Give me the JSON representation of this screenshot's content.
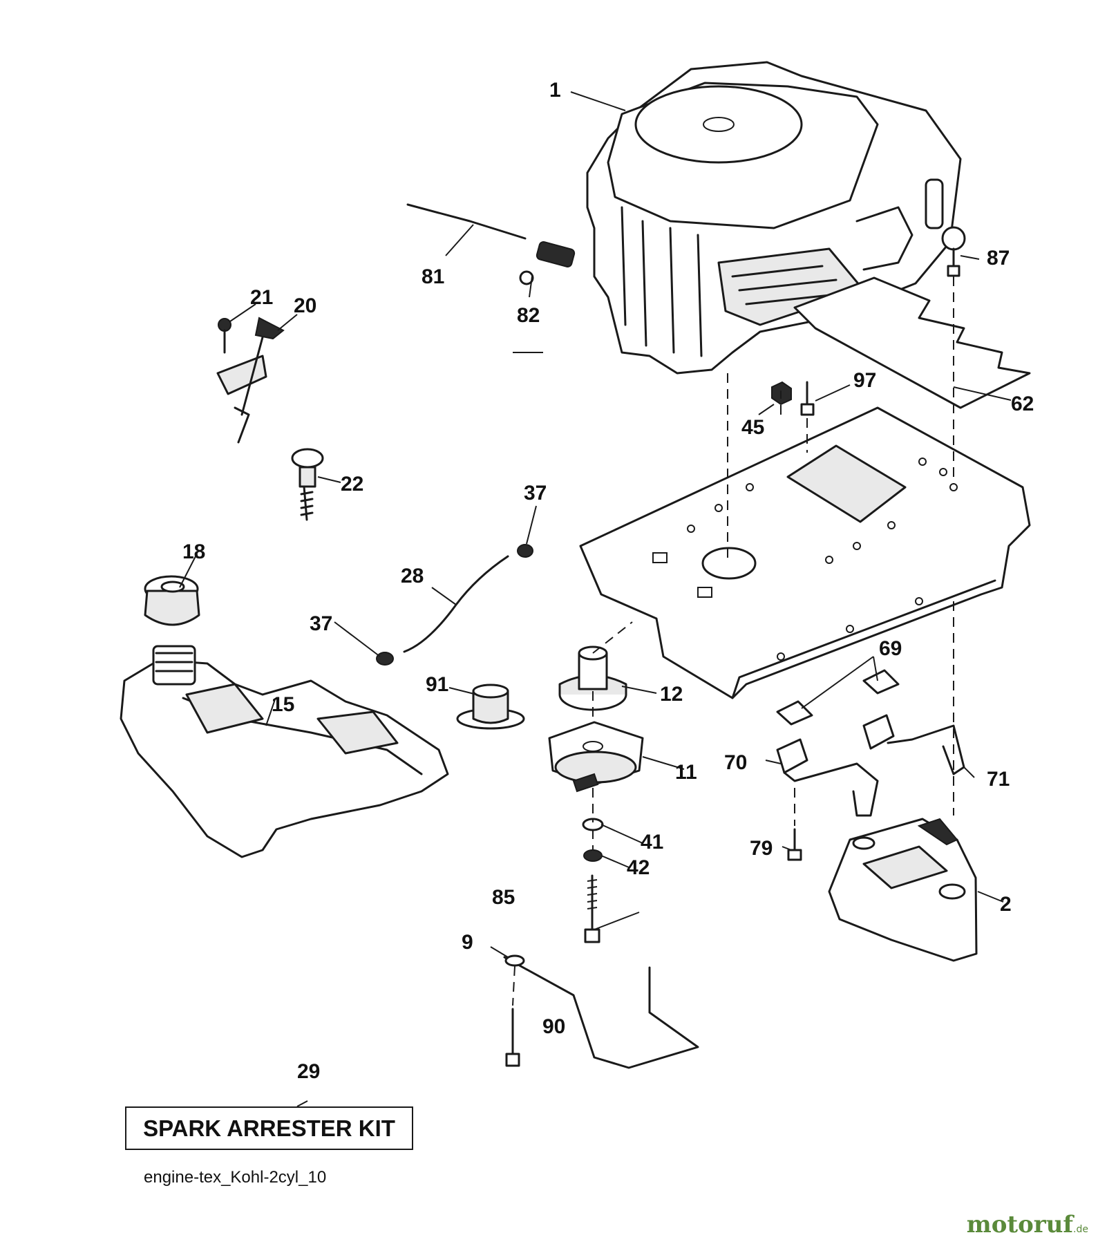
{
  "callouts": {
    "c1": "1",
    "c2": "2",
    "c9": "9",
    "c11": "11",
    "c12": "12",
    "c15": "15",
    "c18": "18",
    "c20": "20",
    "c21": "21",
    "c22": "22",
    "c28": "28",
    "c29": "29",
    "c37a": "37",
    "c37b": "37",
    "c41": "41",
    "c42": "42",
    "c45": "45",
    "c62": "62",
    "c69": "69",
    "c70": "70",
    "c71": "71",
    "c79": "79",
    "c81": "81",
    "c82": "82",
    "c85": "85",
    "c87": "87",
    "c90": "90",
    "c91": "91",
    "c97": "97"
  },
  "kit_label": "SPARK ARRESTER KIT",
  "file_ref": "engine-tex_Kohl-2cyl_10",
  "brand": {
    "name": "motoruf",
    "suffix": ".de",
    "color": "#5a8a3a"
  }
}
